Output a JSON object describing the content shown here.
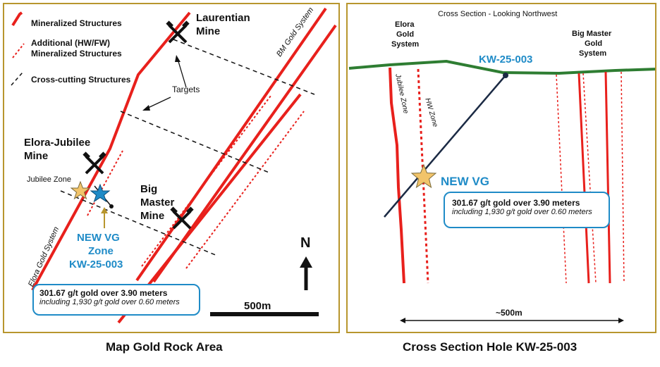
{
  "colors": {
    "structure_red": "#e8201c",
    "border_gold": "#b8962e",
    "accent_blue": "#1f8bc7",
    "surface_green": "#2e7d32",
    "vg_star": "#f2c46a"
  },
  "map": {
    "legend": {
      "mineralized": "Mineralized Structures",
      "additional_l1": "Additional (HW/FW)",
      "additional_l2": "Mineralized Structures",
      "crosscutting": "Cross-cutting Structures"
    },
    "laurentian_l1": "Laurentian",
    "laurentian_l2": "Mine",
    "targets": "Targets",
    "elora_jubilee_l1": "Elora-Jubilee",
    "elora_jubilee_l2": "Mine",
    "jubilee_zone": "Jubilee Zone",
    "big_master_l1": "Big",
    "big_master_l2": "Master",
    "big_master_l3": "Mine",
    "new_vg_l1": "NEW VG",
    "new_vg_l2": "Zone",
    "new_vg_l3": "KW-25-003",
    "bm_gold_system": "BM Gold System",
    "elora_gold_system": "Elora Gold System",
    "north": "N",
    "scale": "500m",
    "result_l1": "301.67 g/t gold over 3.90 meters",
    "result_l2": "including 1,930 g/t gold over 0.60 meters",
    "caption": "Map Gold Rock Area"
  },
  "section": {
    "title": "Cross Section - Looking Northwest",
    "elora_l1": "Elora",
    "elora_l2": "Gold",
    "elora_l3": "System",
    "big_master_l1": "Big Master",
    "big_master_l2": "Gold",
    "big_master_l3": "System",
    "hole": "KW-25-003",
    "jubilee_zone": "Jubilee Zone",
    "hw_zone": "HW Zone",
    "new_vg": "NEW VG",
    "result_l1": "301.67 g/t gold over 3.90 meters",
    "result_l2": "including 1,930 g/t gold over 0.60 meters",
    "scale": "~500m",
    "caption": "Cross Section Hole KW-25-003"
  }
}
